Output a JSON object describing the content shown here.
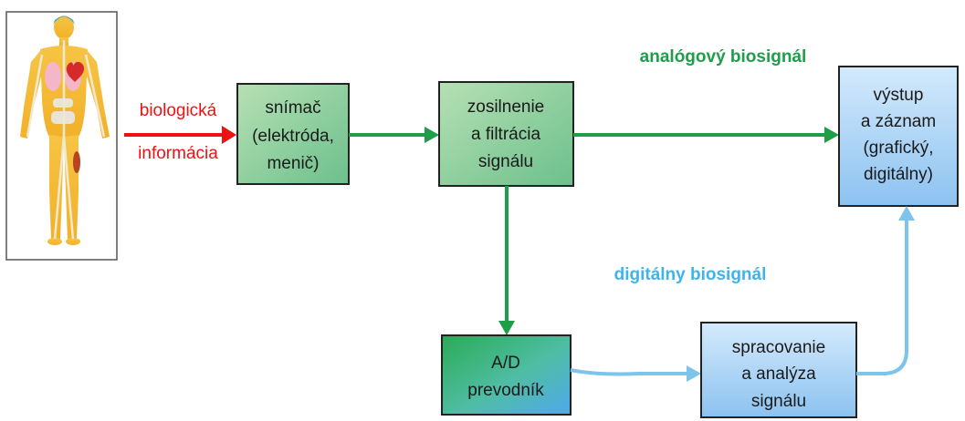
{
  "colors": {
    "analog": "#1f9e4a",
    "digital": "#7cc4ec",
    "digital_text": "#3db4ec",
    "input": "#ee1111"
  },
  "input_labels": {
    "line1": "biologická",
    "line2": "informácia"
  },
  "signal_labels": {
    "analog": "analógový biosignál",
    "digital": "digitálny biosignál"
  },
  "boxes": {
    "sensor": [
      "snímač",
      "(elektróda,",
      "menič)"
    ],
    "amplifier": [
      "zosilnenie",
      "a filtrácia",
      "signálu"
    ],
    "output": [
      "výstup",
      "a záznam",
      "(grafický,",
      "digitálny)"
    ],
    "adc": [
      "A/D",
      "prevodník"
    ],
    "processing": [
      "spracovanie",
      "a analýza",
      "signálu"
    ]
  },
  "figure_icon": "human-body-icon"
}
